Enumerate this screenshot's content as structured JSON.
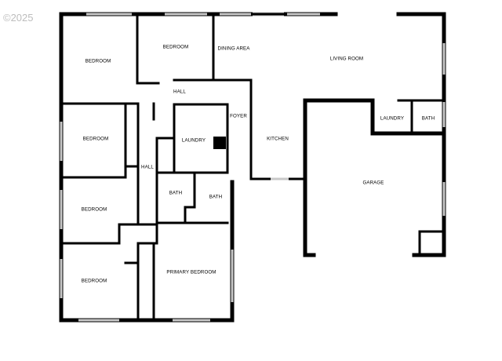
{
  "watermark": "©2025",
  "rooms": {
    "bedroom_top_left": "BEDROOM",
    "bedroom_top": "BEDROOM",
    "dining_area": "DINING AREA",
    "living_room": "LIVING ROOM",
    "hall_upper": "HALL",
    "foyer": "FOYER",
    "bedroom_left_2": "BEDROOM",
    "laundry_main": "LAUNDRY",
    "kitchen": "KITCHEN",
    "laundry_garage": "LAUNDRY",
    "bath_garage": "BATH",
    "hall_lower": "HALL",
    "bath_1": "BATH",
    "bath_2": "BATH",
    "garage": "GARAGE",
    "bedroom_left_3": "BEDROOM",
    "bedroom_bottom_left": "BEDROOM",
    "primary_bedroom": "PRIMARY BEDROOM"
  }
}
